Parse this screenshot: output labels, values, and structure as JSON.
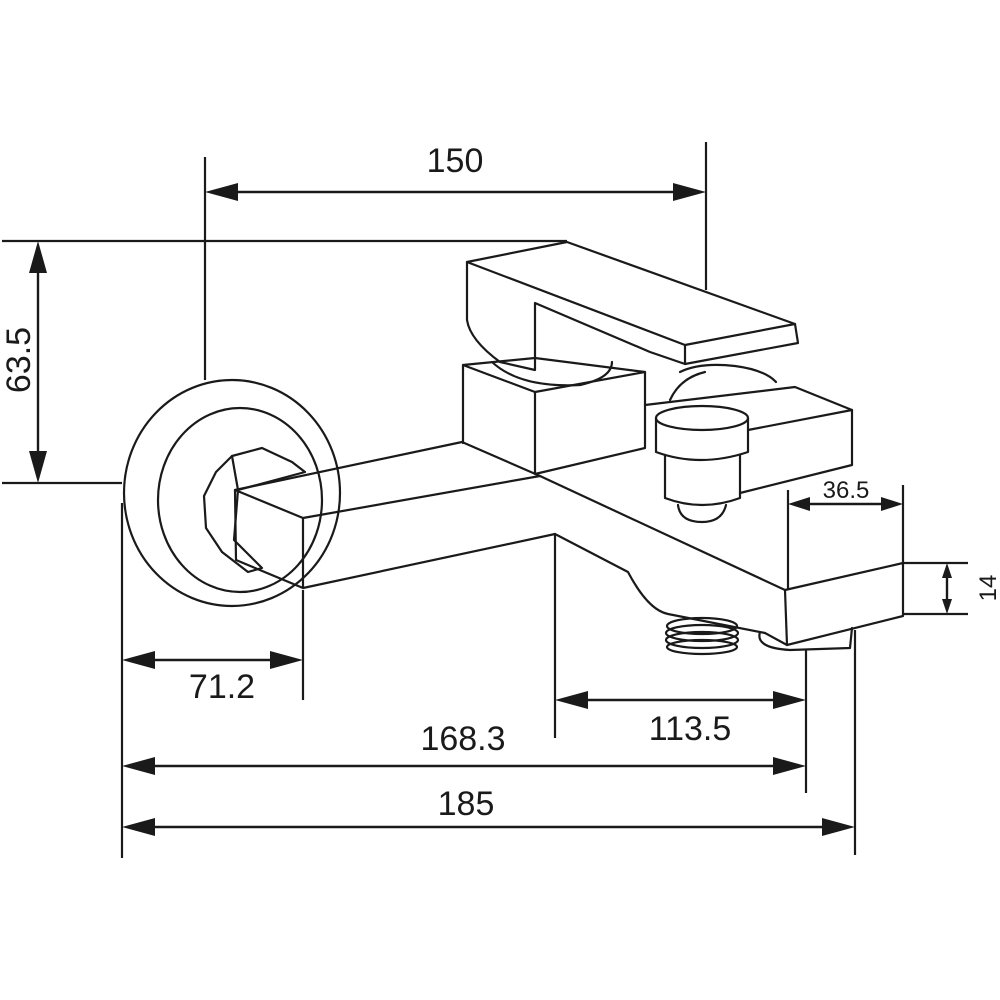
{
  "drawing": {
    "subject": "Wall-mounted bath/shower mixer tap",
    "units": "mm",
    "line_color": "#1a1a1a",
    "background": "#ffffff"
  },
  "dimensions": {
    "width_wall_to_lever": "150",
    "height_lever": "63.5",
    "wall_to_body": "71.2",
    "outlet_offset": "113.5",
    "wall_to_spout_center": "168.3",
    "overall_depth": "185",
    "spout_tip_length": "36.5",
    "spout_thickness": "14"
  }
}
